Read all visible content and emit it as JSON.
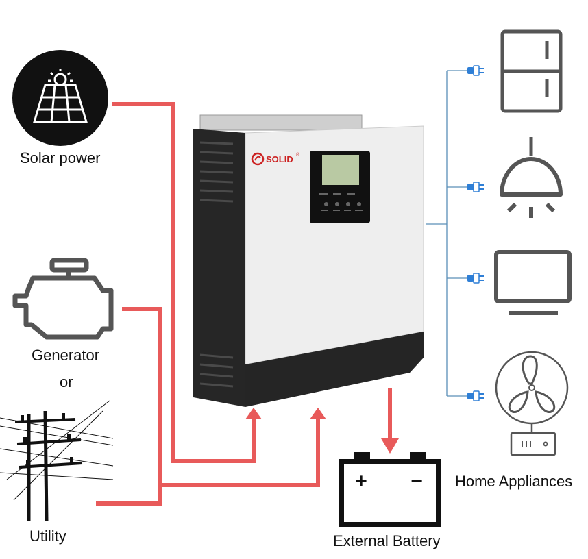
{
  "sources": {
    "solar": {
      "label": "Solar power",
      "icon": "solar-panel-icon"
    },
    "generator": {
      "label": "Generator",
      "icon": "engine-icon"
    },
    "or_text": "or",
    "utility": {
      "label": "Utility",
      "icon": "power-pole-icon"
    }
  },
  "inverter": {
    "brand": "SOLID",
    "brand_mark": "®",
    "icon": "inverter-unit"
  },
  "battery": {
    "label": "External Battery",
    "icon": "battery-icon",
    "plus": "+",
    "minus": "−"
  },
  "appliances": {
    "label": "Home Appliances",
    "items": [
      {
        "icon": "fridge-icon"
      },
      {
        "icon": "lamp-icon"
      },
      {
        "icon": "tv-icon"
      },
      {
        "icon": "fan-icon"
      }
    ]
  },
  "colors": {
    "flow_line": "#e85a5a",
    "appliance_line": "#5a8fb8",
    "icon_gray": "#555555",
    "plug_blue": "#2f7fd6",
    "inverter_body": "#eeeeee",
    "inverter_dark": "#252525",
    "brand_red": "#cc2222",
    "lcd_green": "#b9c9a3"
  }
}
